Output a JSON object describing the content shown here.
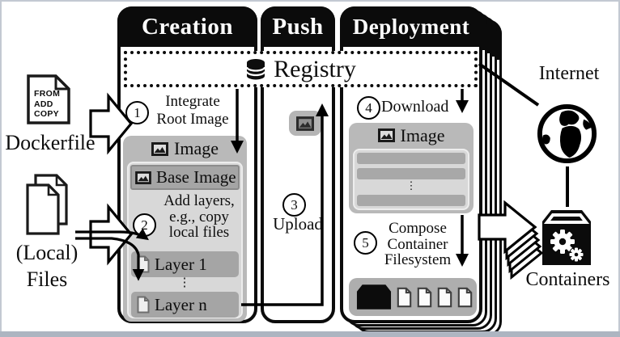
{
  "stages": {
    "creation": {
      "title": "Creation"
    },
    "push": {
      "title": "Push"
    },
    "deployment": {
      "title": "Deployment"
    }
  },
  "registry": {
    "label": "Registry"
  },
  "creation": {
    "step1": {
      "number": "1",
      "label": "Integrate\nRoot Image"
    },
    "image_box": {
      "title": "Image",
      "base_image": "Base Image",
      "step2": {
        "number": "2",
        "label": "Add layers,\ne.g., copy\nlocal files"
      },
      "layer1": "Layer 1",
      "ellipsis": "⋮",
      "layer_n": "Layer n"
    }
  },
  "push": {
    "step3": {
      "number": "3",
      "label": "Upload"
    }
  },
  "deployment": {
    "step4": {
      "number": "4",
      "label": "Download"
    },
    "image_box": {
      "title": "Image",
      "ellipsis": "⋮"
    },
    "step5": {
      "number": "5",
      "label": "Compose\nContainer\nFilesystem"
    }
  },
  "external": {
    "dockerfile": {
      "file_content": "FROM\nADD\nCOPY",
      "label": "Dockerfile"
    },
    "local_files": {
      "label": "(Local)\nFiles"
    },
    "internet": {
      "label": "Internet"
    },
    "containers": {
      "label": "Containers"
    }
  },
  "colors": {
    "panel_header_bg": "#0b0b0b",
    "box_gray": "#b9b9b9",
    "bar_gray": "#a5a5a5",
    "inner_gray": "#d8d8d8",
    "frame_border": "#c3c9d2",
    "bottom_strip": "#adb5c1"
  }
}
